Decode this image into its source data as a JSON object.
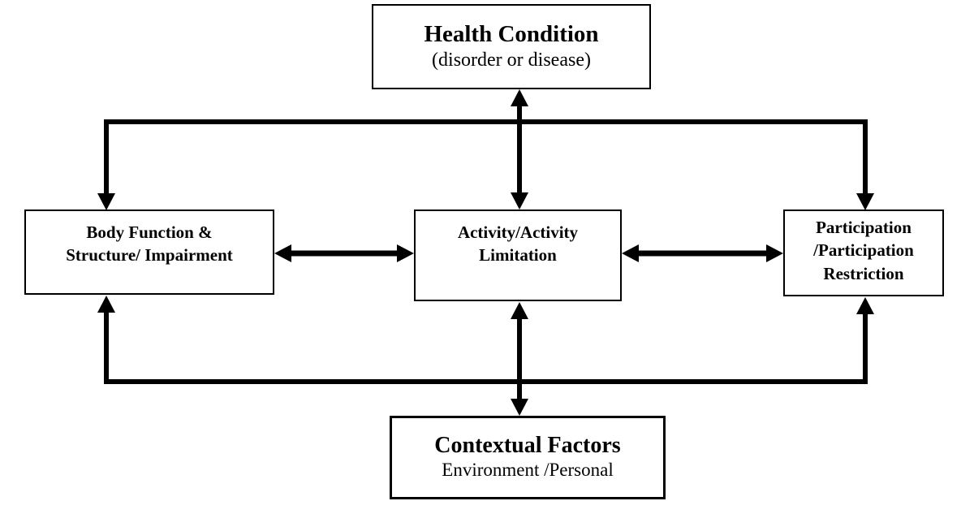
{
  "diagram": {
    "colors": {
      "line": "#000000",
      "background": "#ffffff",
      "box_fill": "#ffffff"
    },
    "nodes": {
      "health_condition": {
        "title": "Health Condition",
        "subtitle": "(disorder or disease)"
      },
      "body_function": {
        "lines": [
          "Body Function &",
          "Structure/ Impairment"
        ]
      },
      "activity": {
        "lines": [
          "Activity/Activity",
          "Limitation"
        ]
      },
      "participation": {
        "lines": [
          "Participation",
          "/Participation",
          "Restriction"
        ]
      },
      "contextual_factors": {
        "title": "Contextual Factors",
        "subtitle": "Environment /Personal"
      }
    },
    "connections": [
      {
        "from": "health_condition",
        "to": "activity",
        "type": "double-arrow"
      },
      {
        "from": "health_condition",
        "to": "body_function",
        "type": "arrow"
      },
      {
        "from": "health_condition",
        "to": "participation",
        "type": "arrow"
      },
      {
        "from": "body_function",
        "to": "activity",
        "type": "double-arrow"
      },
      {
        "from": "activity",
        "to": "participation",
        "type": "double-arrow"
      },
      {
        "from": "contextual_factors",
        "to": "activity",
        "type": "double-arrow"
      },
      {
        "from": "contextual_factors",
        "to": "body_function",
        "type": "arrow"
      },
      {
        "from": "contextual_factors",
        "to": "participation",
        "type": "arrow"
      }
    ]
  }
}
